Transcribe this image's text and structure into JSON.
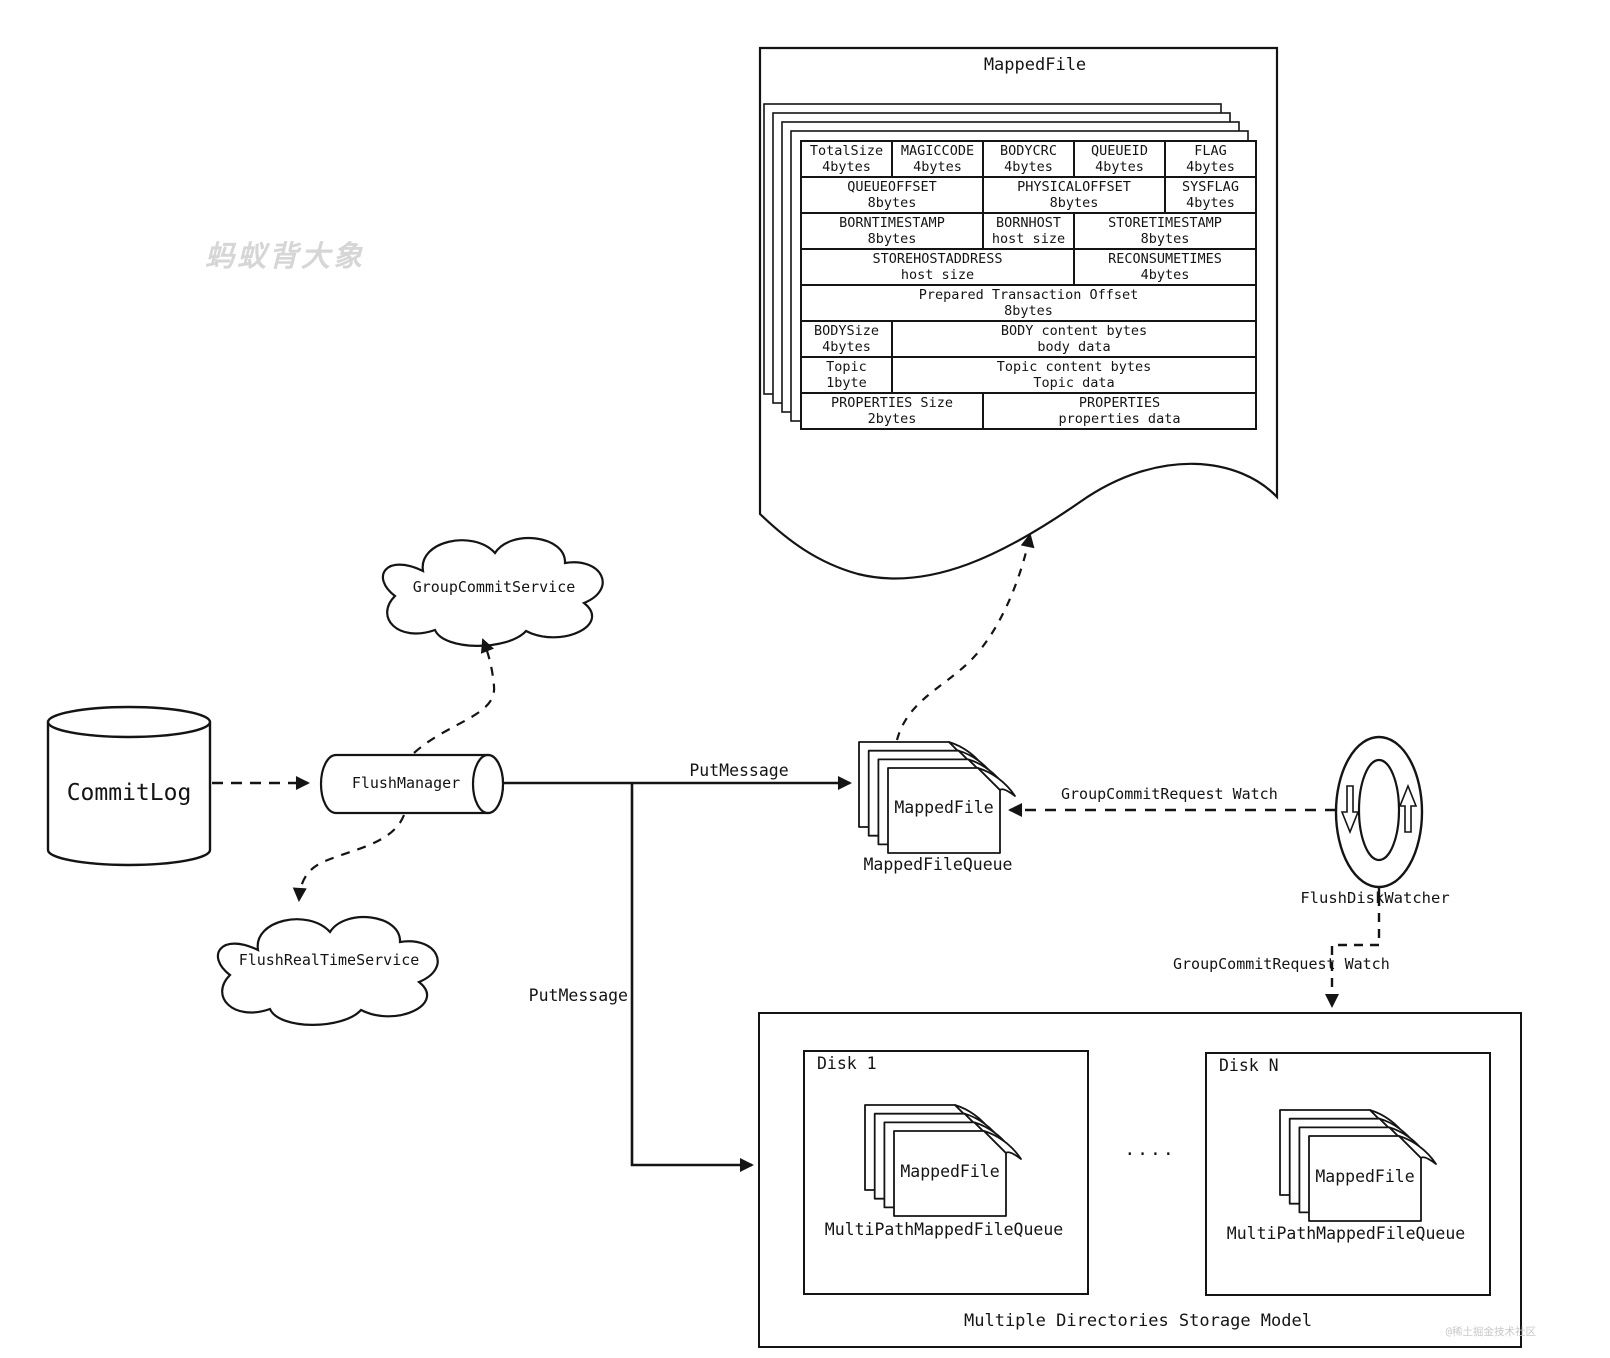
{
  "diagram": {
    "watermark_center": "蚂蚁背大象",
    "watermark_corner": "@稀土掘金技术社区",
    "colors": {
      "line": "#141414",
      "background": "#ffffff",
      "watermark": "#d6d6d6"
    }
  },
  "mapped_file_doc": {
    "title": "MappedFile",
    "table_rows": [
      {
        "cells": [
          {
            "name": "TotalSize",
            "size": "4bytes"
          },
          {
            "name": "MAGICCODE",
            "size": "4bytes"
          },
          {
            "name": "BODYCRC",
            "size": "4bytes"
          },
          {
            "name": "QUEUEID",
            "size": "4bytes"
          },
          {
            "name": "FLAG",
            "size": "4bytes"
          }
        ]
      },
      {
        "cells": [
          {
            "name": "QUEUEOFFSET",
            "size": "8bytes"
          },
          {
            "name": "PHYSICALOFFSET",
            "size": "8bytes"
          },
          {
            "name": "SYSFLAG",
            "size": "4bytes"
          }
        ]
      },
      {
        "cells": [
          {
            "name": "BORNTIMESTAMP",
            "size": "8bytes"
          },
          {
            "name": "BORNHOST",
            "size": "host size"
          },
          {
            "name": "STORETIMESTAMP",
            "size": "8bytes"
          }
        ]
      },
      {
        "cells": [
          {
            "name": "STOREHOSTADDRESS",
            "size": "host size"
          },
          {
            "name": "RECONSUMETIMES",
            "size": "4bytes"
          }
        ]
      },
      {
        "cells": [
          {
            "name": "Prepared Transaction Offset",
            "size": "8bytes"
          }
        ]
      },
      {
        "cells": [
          {
            "name": "BODYSize",
            "size": "4bytes"
          },
          {
            "name": "BODY content bytes",
            "size": "body data"
          }
        ]
      },
      {
        "cells": [
          {
            "name": "Topic",
            "size": "1byte"
          },
          {
            "name": "Topic content bytes",
            "size": "Topic data"
          }
        ]
      },
      {
        "cells": [
          {
            "name": "PROPERTIES Size",
            "size": "2bytes"
          },
          {
            "name": "PROPERTIES",
            "size": "properties data"
          }
        ]
      }
    ]
  },
  "nodes": {
    "commit_log": {
      "label": "CommitLog"
    },
    "flush_manager": {
      "label": "FlushManager"
    },
    "group_commit_service": {
      "label": "GroupCommitService"
    },
    "flush_real_time_service": {
      "label": "FlushRealTimeService"
    },
    "mapped_file_queue": {
      "file_label": "MappedFile",
      "label": "MappedFileQueue"
    },
    "flush_disk_watcher": {
      "label": "FlushDiskWatcher"
    }
  },
  "edges": {
    "put_message_main": "PutMessage",
    "put_message_branch": "PutMessage",
    "watch_top": "GroupCommitRequest Watch",
    "watch_bottom": "GroupCommitRequest Watch"
  },
  "storage_model": {
    "title": "Multiple Directories Storage Model",
    "dots": "....",
    "disks": [
      {
        "label": "Disk 1",
        "file_label": "MappedFile",
        "queue_label": "MultiPathMappedFileQueue"
      },
      {
        "label": "Disk N",
        "file_label": "MappedFile",
        "queue_label": "MultiPathMappedFileQueue"
      }
    ]
  }
}
